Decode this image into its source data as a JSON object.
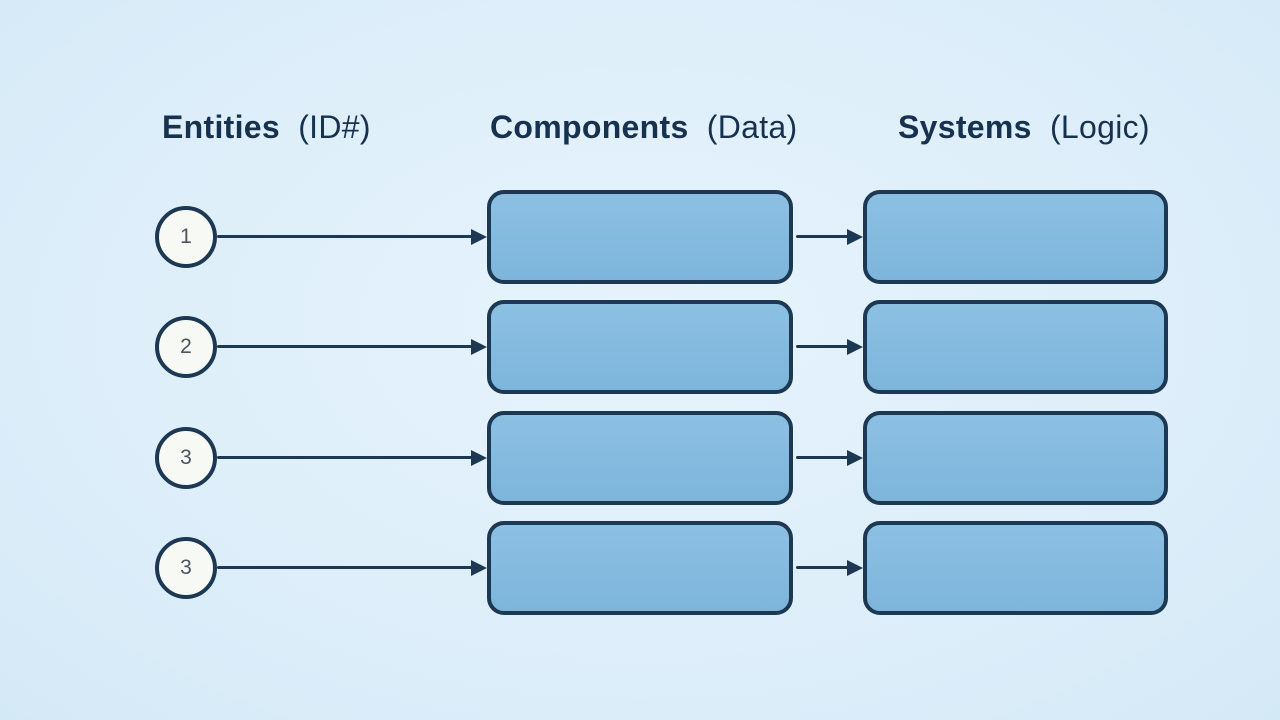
{
  "diagram": {
    "columns": [
      {
        "bold": "Entities",
        "qualifier": "(ID#)"
      },
      {
        "bold": "Components",
        "qualifier": "(Data)"
      },
      {
        "bold": "Systems",
        "qualifier": "(Logic)"
      }
    ],
    "rows": [
      {
        "entity_id": "1"
      },
      {
        "entity_id": "2"
      },
      {
        "entity_id": "3"
      },
      {
        "entity_id": "3"
      }
    ],
    "icons": {
      "arrowhead": "solid-right-triangle"
    },
    "colors": {
      "background": "#ddeefa",
      "header_text": "#17324e",
      "line_navy": "#1c3852",
      "box_fill_top": "#8cc0e3",
      "box_fill_bottom": "#7eb5db",
      "circle_fill": "#f7f9f5",
      "number_text": "#4a545f"
    }
  }
}
